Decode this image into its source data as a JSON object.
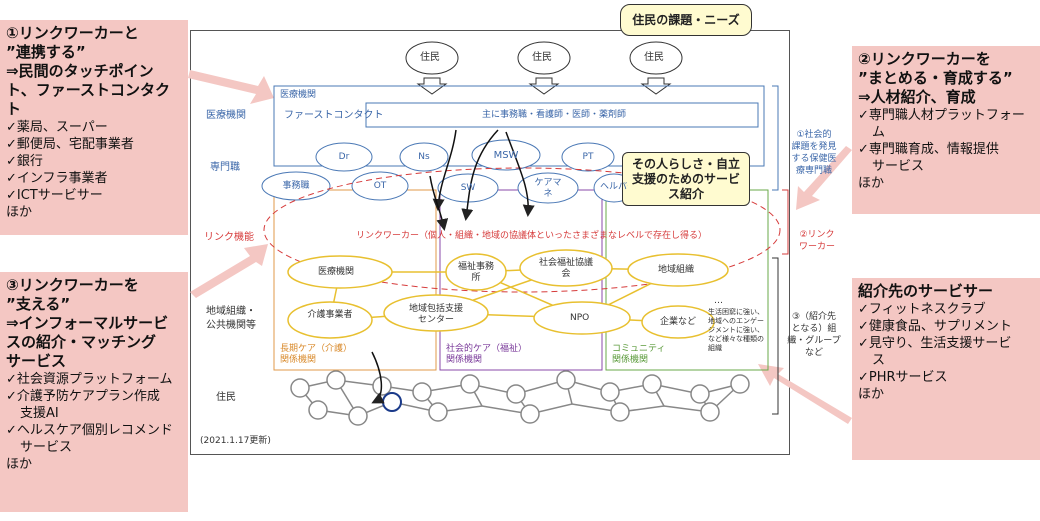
{
  "left_panel_top": {
    "heading": [
      "①リンクワーカーと",
      "”連携する”",
      "⇒民間のタッチポイン",
      "ト、ファーストコンタクト"
    ],
    "items": [
      "✓薬局、スーパー",
      "✓郵便局、宅配事業者",
      "✓銀行",
      "✓インフラ事業者",
      "✓ICTサービサー"
    ],
    "footer": "ほか"
  },
  "left_panel_bottom": {
    "heading": [
      "③リンクワーカーを",
      "”支える”",
      "⇒インフォーマルサービ",
      "スの紹介・マッチング",
      "サービス"
    ],
    "items": [
      "✓社会資源プラットフォーム",
      "✓介護予防ケアプラン作成",
      "支援AI",
      "✓ヘルスケア個別レコメンド",
      "サービス"
    ],
    "footer": "ほか"
  },
  "right_panel_top": {
    "heading": [
      "②リンクワーカーを",
      "”まとめる・育成する”",
      "⇒人材紹介、育成"
    ],
    "items": [
      "✓専門職人材プラットフォー",
      "ム",
      "✓専門職育成、情報提供",
      "サービス"
    ],
    "footer": "ほか"
  },
  "right_panel_bottom": {
    "heading": [
      "紹介先のサービサー"
    ],
    "items": [
      "✓フィットネスクラブ",
      "✓健康食品、サプリメント",
      "✓見守り、生活支援サービ",
      "ス",
      "✓PHRサービス"
    ],
    "footer": "ほか"
  },
  "bubbles": {
    "needs": "住民の課題・ニーズ",
    "support": [
      "その人らしさ・自立",
      "支援のためのサービ",
      "ス紹介"
    ]
  },
  "diagram": {
    "residents_top": [
      "住民",
      "住民",
      "住民"
    ],
    "row_labels": {
      "medical": "医療機関",
      "specialist": "専門職",
      "link": "リンク機能",
      "community": [
        "地域組織・",
        "公共機関等"
      ],
      "residents": "住民"
    },
    "medical_box_title": "医療機関",
    "first_contact": "ファーストコンタクト",
    "first_contact_desc": "主に事務職・看護師・医師・薬剤師",
    "professions": [
      "Dr",
      "Ns",
      "MSW",
      "PT",
      "事務職",
      "OT",
      "SW",
      "ケアマネ",
      "ヘルパー"
    ],
    "linkworker_text": "リンクワーカー（個人・組織・地域の協議体といったさまざまなレベルで存在し得る）",
    "orgs": [
      "医療機関",
      "福祉事務所",
      "社会福祉協議会",
      "地域組織",
      "地域包括支援センター",
      "介護事業者",
      "NPO",
      "企業など",
      "…"
    ],
    "orgs_small": "生活困窮に強い、地域へのエンゲージメントに強い、など様々な種類の組織",
    "area_labels": {
      "long_term": [
        "長期ケア（介護）",
        "関係機関"
      ],
      "social": [
        "社会的ケア（福祉）",
        "関係機関"
      ],
      "community": [
        "コミュニティ",
        "関係機関"
      ]
    },
    "right_labels": {
      "one": [
        "①社会的",
        "課題を発見",
        "する保健医",
        "療専門職"
      ],
      "two": [
        "②リンク",
        "ワーカー"
      ],
      "three": [
        "③（紹介先",
        "となる）組",
        "織・グループ",
        "など"
      ]
    },
    "updated": "(2021.1.17更新)"
  }
}
